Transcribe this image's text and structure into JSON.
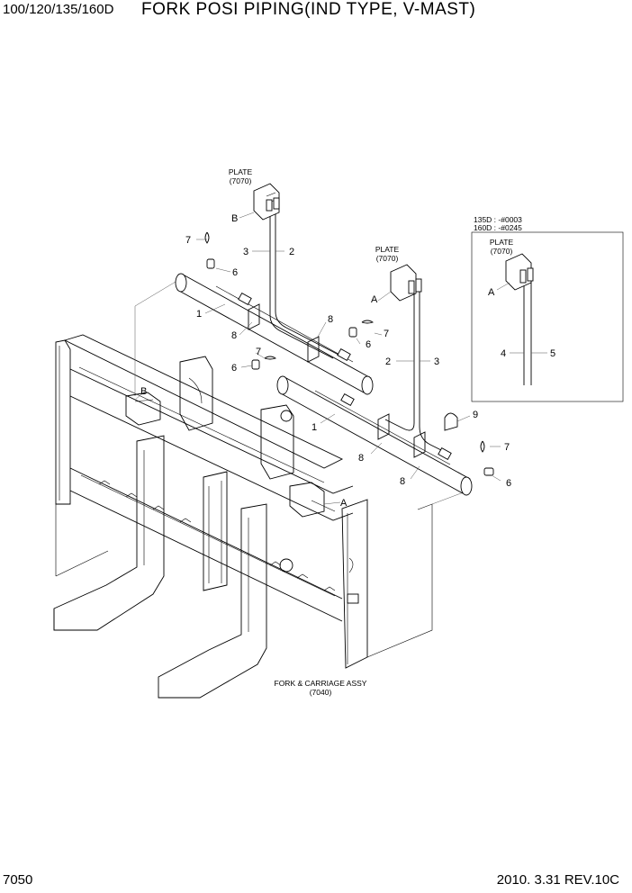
{
  "header": {
    "model": "100/120/135/160D",
    "title": "FORK POSI PIPING(IND TYPE, V-MAST)"
  },
  "footer": {
    "page_number": "7050",
    "revision": "2010. 3.31  REV.10C"
  },
  "refs": {
    "plate_top_name": "PLATE",
    "plate_top_code": "(7070)",
    "plate_mid_name": "PLATE",
    "plate_mid_code": "(7070)",
    "fork_carriage_name": "FORK & CARRIAGE ASSY",
    "fork_carriage_code": "(7040)"
  },
  "inset": {
    "serial_135": "135D : -#0003",
    "serial_160": "160D : -#0245",
    "plate_name": "PLATE",
    "plate_code": "(7070)",
    "label_a": "A",
    "part_left": "4",
    "part_right": "5"
  },
  "callouts": {
    "b_top": "B",
    "a_mid": "A",
    "b_carriage": "B",
    "a_carriage": "A",
    "p7_top": "7",
    "p6_top": "6",
    "p3_top": "3",
    "p2_top": "2",
    "p1_top": "1",
    "p8_top_left": "8",
    "p8_top_right": "8",
    "p7_mid": "7",
    "p6_mid": "6",
    "p7_left": "7",
    "p6_left": "6",
    "p2_mid": "2",
    "p3_mid": "3",
    "p1_mid": "1",
    "p9": "9",
    "p7_right": "7",
    "p8_bot_left": "8",
    "p8_bot": "8",
    "p6_right": "6"
  }
}
